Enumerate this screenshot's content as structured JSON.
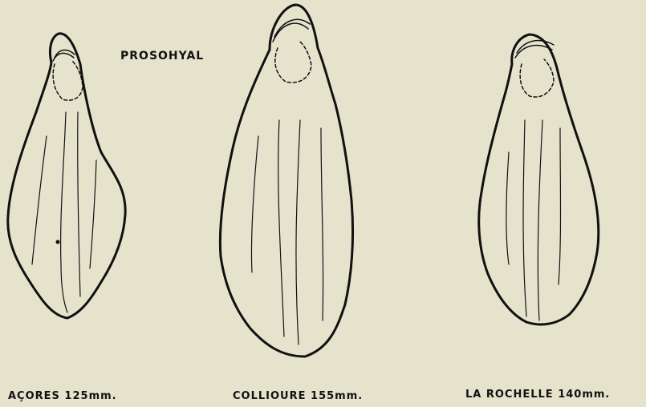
{
  "figure": {
    "title": "PROSOHYAL",
    "specimens": [
      {
        "caption": "AÇORES 125mm."
      },
      {
        "caption": "COLLIOURE 155mm."
      },
      {
        "caption": "LA ROCHELLE 140mm."
      }
    ]
  }
}
